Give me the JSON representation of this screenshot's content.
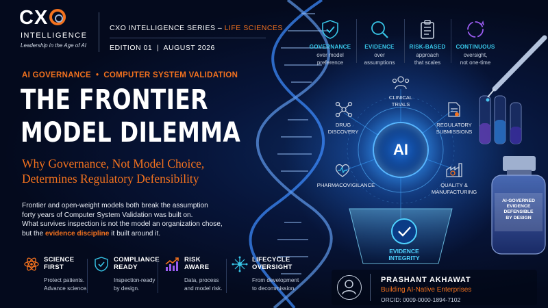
{
  "brand": {
    "name_prefix": "CX",
    "name_suffix": "INTELLIGENCE",
    "tagline": "Leadership in the Age of AI",
    "accent_color": "#f4721e",
    "accent_cyan": "#38c6e8"
  },
  "header": {
    "series_prefix": "CXO INTELLIGENCE SERIES –",
    "series_accent": "LIFE SCIENCES",
    "edition": "EDITION 01  |  AUGUST 2026"
  },
  "kicker": "AI GOVERNANCE  •  COMPUTER SYSTEM VALIDATION",
  "title": {
    "line1": "THE FRONTIER",
    "line2": "MODEL DILEMMA"
  },
  "subtitle": {
    "line1": "Why Governance, Not Model Choice,",
    "line2": "Determines Regulatory Defensibility"
  },
  "body": {
    "line1": "Frontier and open-weight models both break the assumption",
    "line2": "forty years of Computer System Validation was built on.",
    "line3": "What survives inspection is not the model an organization chose,",
    "line4_pre": "but the",
    "line4_hl": "evidence discipline",
    "line4_post": "it built around it."
  },
  "pillars": [
    {
      "title_1": "SCIENCE",
      "title_2": "FIRST",
      "desc_1": "Protect patients.",
      "desc_2": "Advance science.",
      "icon": "atom-icon"
    },
    {
      "title_1": "COMPLIANCE",
      "title_2": "READY",
      "desc_1": "Inspection-ready",
      "desc_2": "by design.",
      "icon": "shield-check-icon"
    },
    {
      "title_1": "RISK",
      "title_2": "AWARE",
      "desc_1": "Data, process",
      "desc_2": "and model risk.",
      "icon": "rising-chart-icon"
    },
    {
      "title_1": "LIFECYCLE",
      "title_2": "OVERSIGHT",
      "desc_1": "From development",
      "desc_2": "to decommission.",
      "icon": "network-star-icon"
    }
  ],
  "principles": [
    {
      "title": "GOVERNANCE",
      "desc_1": "over model",
      "desc_2": "preference",
      "icon": "shield-check-icon"
    },
    {
      "title": "EVIDENCE",
      "desc_1": "over",
      "desc_2": "assumptions",
      "icon": "magnifier-icon"
    },
    {
      "title": "RISK-BASED",
      "desc_1": "approach",
      "desc_2": "that scales",
      "icon": "clipboard-icon"
    },
    {
      "title": "CONTINUOUS",
      "desc_1": "oversight,",
      "desc_2": "not one-time",
      "icon": "cycle-icon"
    }
  ],
  "hub": {
    "core": "AI",
    "nodes": {
      "clinical_trials_1": "CLINICAL",
      "clinical_trials_2": "TRIALS",
      "drug_discovery_1": "DRUG",
      "drug_discovery_2": "DISCOVERY",
      "regulatory_1": "REGULATORY",
      "regulatory_2": "SUBMISSIONS",
      "pharmacovigilance": "PHARMACOVIGILANCE",
      "quality_1": "QUALITY &",
      "quality_2": "MANUFACTURING"
    },
    "evidence_1": "EVIDENCE",
    "evidence_2": "INTEGRITY"
  },
  "vial": {
    "line1": "AI-GOVERNED",
    "line2": "EVIDENCE",
    "line3": "DEFENSIBLE",
    "line4": "BY DESIGN"
  },
  "author": {
    "name": "PRASHANT AKHAWAT",
    "role": "Building AI-Native Enterprises",
    "orcid": "ORCID: 0009-0000-1894-7102"
  }
}
